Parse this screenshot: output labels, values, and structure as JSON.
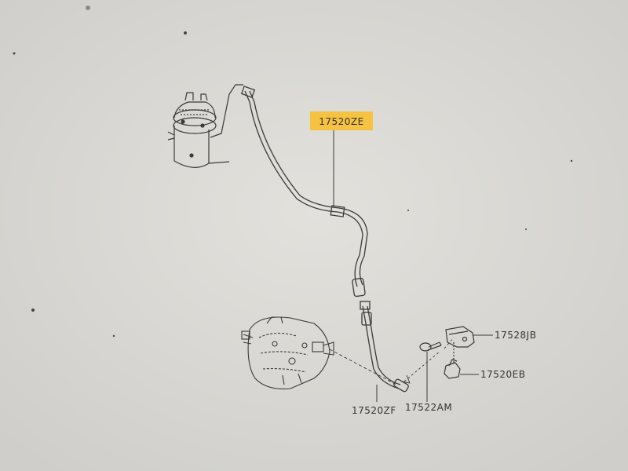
{
  "parts": {
    "highlighted": "17520ZE",
    "bracket": "17528JB",
    "clip": "17520EB",
    "bottom_left": "17520ZF",
    "bolt": "17522AM"
  },
  "colors": {
    "background": "#d9d8d3",
    "highlight": "#f5c341",
    "ink": "#3a3a38"
  }
}
